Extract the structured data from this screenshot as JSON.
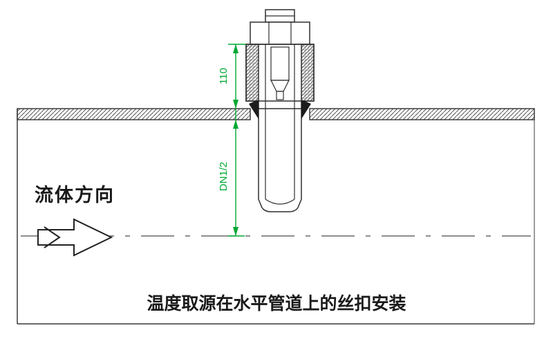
{
  "diagram": {
    "flow_label": "流体方向",
    "caption": "温度取源在水平管道上的丝扣安装",
    "dim_upper": "110",
    "dim_lower": "DN1/2",
    "colors": {
      "dimension": "#00a832",
      "line": "#3a3a3a",
      "seal": "#1c1c1c"
    }
  }
}
